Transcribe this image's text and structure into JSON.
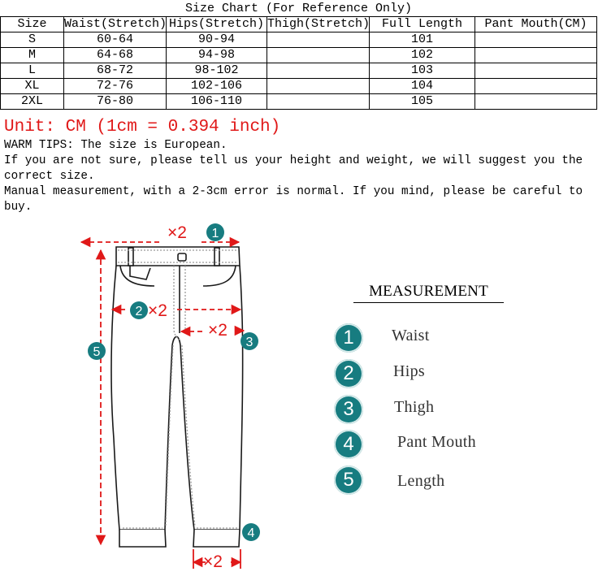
{
  "table": {
    "caption": "Size Chart  (For Reference Only)",
    "headers": [
      "Size",
      "Waist(Stretch)",
      "Hips(Stretch)",
      "Thigh(Stretch)",
      "Full Length",
      "Pant Mouth(CM)"
    ],
    "rows": [
      [
        "S",
        "60-64",
        "90-94",
        "",
        "101",
        ""
      ],
      [
        "M",
        "64-68",
        "94-98",
        "",
        "102",
        ""
      ],
      [
        "L",
        "68-72",
        "98-102",
        "",
        "103",
        ""
      ],
      [
        "XL",
        "72-76",
        "102-106",
        "",
        "104",
        ""
      ],
      [
        "2XL",
        "76-80",
        "106-110",
        "",
        "105",
        ""
      ]
    ]
  },
  "notes": {
    "unit": "Unit: CM (1cm = 0.394 inch)",
    "lines": [
      "WARM TIPS: The size is European.",
      "If you are not sure, please tell us your height and weight, we will suggest you the correct size.",
      "Manual measurement, with a 2-3cm error is normal. If you mind, please be careful to buy."
    ]
  },
  "diagram": {
    "times_two": "×2",
    "markers": [
      "1",
      "2",
      "3",
      "4",
      "5"
    ]
  },
  "measurement": {
    "title": "MEASUREMENT",
    "items": [
      {
        "num": "1",
        "label": "Waist"
      },
      {
        "num": "2",
        "label": "Hips"
      },
      {
        "num": "3",
        "label": "Thigh"
      },
      {
        "num": "4",
        "label": "Pant Mouth"
      },
      {
        "num": "5",
        "label": "Length"
      }
    ]
  },
  "colors": {
    "accent_red": "#e01818",
    "marker_teal": "#177c80"
  }
}
